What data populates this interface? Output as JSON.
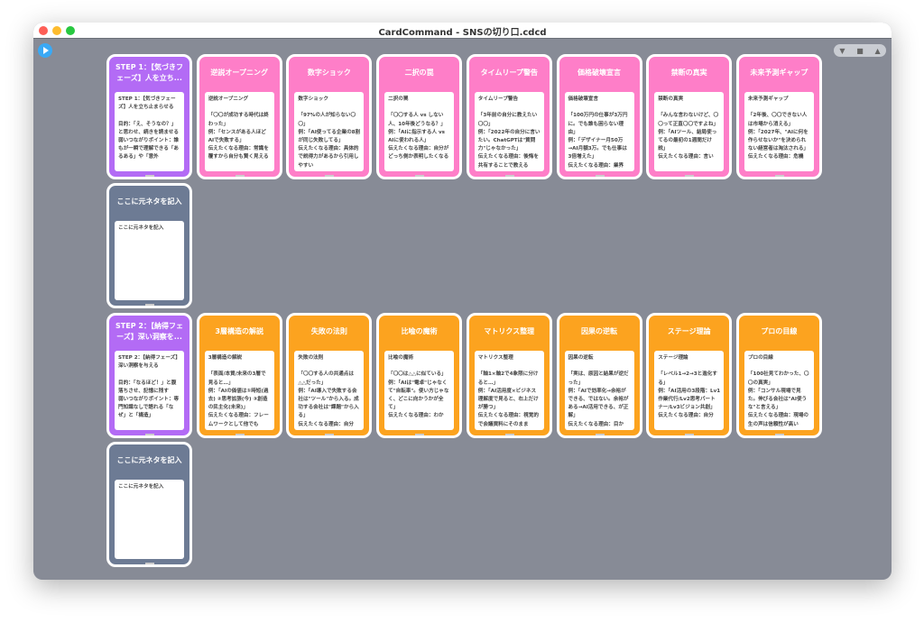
{
  "window": {
    "title": "CardCommand - SNSの切り口.cdcd"
  },
  "colors": {
    "step": "#b36bf5",
    "hook": "#fe7ec8",
    "insight": "#fca31f",
    "source": "#6d7b94",
    "play": "#3aa9f5"
  },
  "controls": [
    "▼",
    "■",
    "▲"
  ],
  "rows": [
    {
      "color": "purple",
      "cards": [
        {
          "title": "STEP 1：【気づきフェーズ】人を立ち...",
          "body": "STEP 1：【気づきフェーズ】人を立ち止まらせる\n\n目的：「え、そうなの？」と思わせ、続きを読ませる\n弱いつながりポイント：誰もが一瞬で理解できる「あるある」や「意外"
        }
      ]
    },
    {
      "color": "pink",
      "cards": [
        {
          "title": "逆説オープニング",
          "body": "逆説オープニング\n\n「〇〇が成功する時代は終わった」\n例：「センスがある人ほどAIで失敗する」\n伝えたくなる理由：常識を覆すから自分も賢く見える"
        },
        {
          "title": "数字ショック",
          "body": "数字ショック\n\n「97%の人が知らない〇〇」\n例：「AI使ってる企業の8割が同じ失敗してる」\n伝えたくなる理由：具体的で説得力があるから引用しやすい"
        },
        {
          "title": "二択の罠",
          "body": "二択の罠\n\n「〇〇する人 vs しない人、10年後どうなる？」\n例：「AIに指示する人 vs AIに使われる人」\n伝えたくなる理由：自分がどっち側か表明したくなる"
        },
        {
          "title": "タイムリープ警告",
          "body": "タイムリープ警告\n\n「3年前の自分に教えたい〇〇」\n例：「2022年の自分に言いたい。ChatGPTは\"質問力\"じゃなかった」\n伝えたくなる理由：後悔を共有することで教える"
        },
        {
          "title": "価格破壊宣言",
          "body": "価格破壊宣言\n\n「100万円の仕事が3万円に。でも誰も困らない理由」\n例：「デザイナー月50万→AI月額3万。でも仕事は3倍増えた」\n伝えたくなる理由：業界"
        },
        {
          "title": "禁断の真実",
          "body": "禁断の真実\n\n「みんな言わないけど、〇〇って正直〇〇ですよね」\n例：「AIツール、結局使ってるの最初の1週間だけ説」\n伝えたくなる理由：言い"
        },
        {
          "title": "未来予測ギャップ",
          "body": "未来予測ギャップ\n\n「2年後、〇〇できない人は市場から消える」\n例：「2027年、\"AIに何を作らせないか\"を決められない経営者は淘汰される」\n伝えたくなる理由：危機"
        }
      ]
    },
    {
      "color": "slate",
      "cards": [
        {
          "title": "ここに元ネタを記入",
          "body": "ここに元ネタを記入"
        }
      ]
    },
    {
      "color": "purple",
      "cards": [
        {
          "title": "STEP 2：【納得フェーズ】深い洞察を...",
          "body": "STEP 2：【納得フェーズ】深い洞察を与える\n\n目的：「なるほど！」と腹落ちさせ、記憶に残す\n弱いつながりポイント：専門知識なしで語れる「なぜ」と「構造」"
        }
      ]
    },
    {
      "color": "orange",
      "cards": [
        {
          "title": "3層構造の解説",
          "body": "3層構造の解説\n\n「表面/本質/未来の3層で見ると…」\n例：「AIの価値は①時短(過去) ②思考拡張(今) ③創造の民主化(未来)」\n伝えたくなる理由：フレームワークとして他でも"
        },
        {
          "title": "失敗の法則",
          "body": "失敗の法則\n\n「〇〇する人の共通点は△△だった」\n例：「AI導入で失敗する会社は\"ツール\"から入る。成功する会社は\"課題\"から入る」\n伝えたくなる理由：自分"
        },
        {
          "title": "比喩の魔術",
          "body": "比喩の魔術\n\n「〇〇は△△に似ている」\n例：「AIは\"電卓\"じゃなくて\"自転車\"。使い方じゃなく、どこに向かうかが全て」\n伝えたくなる理由：わか"
        },
        {
          "title": "マトリクス整理",
          "body": "マトリクス整理\n\n「軸1×軸2で4象限に分けると…」\n例：「AI活用度×ビジネス理解度で見ると、右上だけが勝つ」\n伝えたくなる理由：視覚的で会議資料にそのまま"
        },
        {
          "title": "因果の逆転",
          "body": "因果の逆転\n\n「実は、原因と結果が逆だった」\n例：「AIで効率化→余裕ができる、ではない。余裕がある→AI活用できる、が正解」\n伝えたくなる理由：目か"
        },
        {
          "title": "ステージ理論",
          "body": "ステージ理論\n\n「レベル1→2→3と進化する」\n例：「AI活用の3段階：Lv1作業代行/Lv2思考パートナー/Lv3ビジョン共創」\n伝えたくなる理由：自分"
        },
        {
          "title": "プロの目線",
          "body": "プロの目線\n\n「100社見てわかった、〇〇の真実」\n例：「コンサル現場で見た。伸びる会社は\"AI使うな\"と言える」\n伝えたくなる理由：現場の生の声は信頼性が高い"
        }
      ]
    },
    {
      "color": "slate",
      "cards": [
        {
          "title": "ここに元ネタを記入",
          "body": "ここに元ネタを記入"
        }
      ]
    }
  ]
}
